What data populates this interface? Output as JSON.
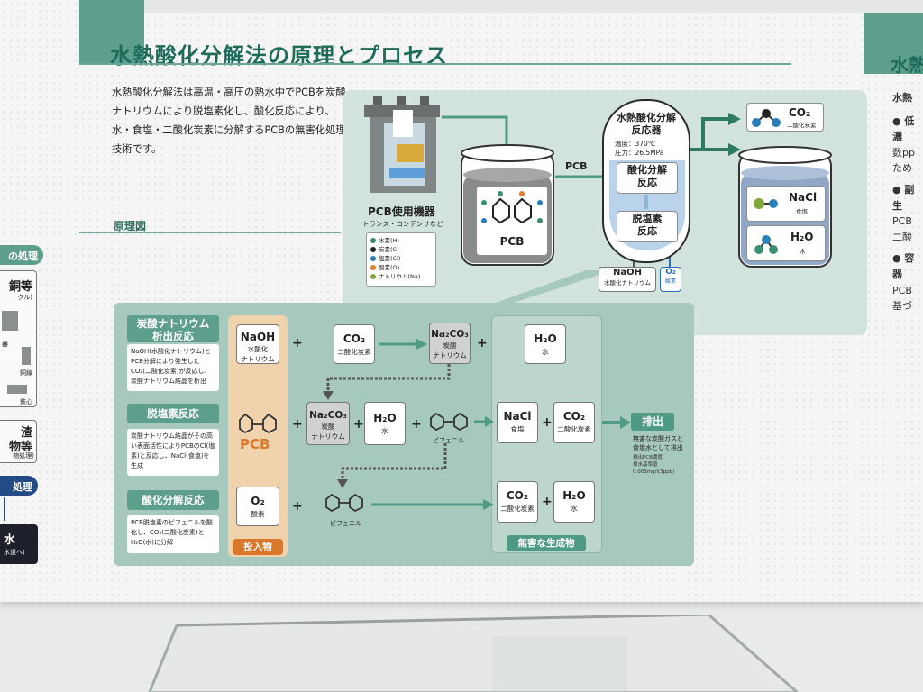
{
  "title": "水熱酸化分解法の原理とプロセス",
  "right_title": "水熱",
  "right_col": [
    "水熱",
    "● 低濃",
    "数pp",
    "ため",
    "● 副生",
    "PCB",
    "二酸",
    "● 容器",
    "PCB",
    "基づ"
  ],
  "intro": "水熱酸化分解法は高温・高圧の熱水中でPCBを炭酸ナトリウムにより脱塩素化し、酸化反応により、水・食塩・二酸化炭素に分解するPCBの無害化処理技術です。",
  "genri_label": "原理図",
  "left_edge": {
    "tab1": "の処理",
    "box1": "銅等",
    "box1_sub": "クル)",
    "box1_a": "器",
    "box1_b": "銅線",
    "box1_c": "鉄心",
    "box2": "渣",
    "box2_b": "物等",
    "box2_sub": "物処理)",
    "tab2": "処理",
    "box3": "水",
    "box3_sub": "水道へ)"
  },
  "process": {
    "equipment_label": "PCB使用機器",
    "equipment_sub": "トランス・コンデンサなど",
    "tank_label": "PCB",
    "flow_label": "PCB",
    "reactor_title1": "水熱酸化分解",
    "reactor_title2": "反応器",
    "temp": "温度：370℃",
    "pressure": "圧力：26.5MPa",
    "reaction_oxid1": "酸化分解",
    "reaction_oxid2": "反応",
    "reaction_dechlor1": "脱塩素",
    "reaction_dechlor2": "反応",
    "naoh": "NaOH",
    "naoh_sub": "水酸化ナトリウム",
    "o2": "O₂",
    "o2_sub": "酸素",
    "co2": "CO₂",
    "co2_sub": "二酸化炭素",
    "nacl": "NaCl",
    "nacl_sub": "食塩",
    "h2o": "H₂O",
    "h2o_sub": "水"
  },
  "legend": [
    {
      "label": "水素(H)",
      "color": "#3a8f6f"
    },
    {
      "label": "炭素(C)",
      "color": "#222222"
    },
    {
      "label": "塩素(Cl)",
      "color": "#2a7fb8"
    },
    {
      "label": "酸素(O)",
      "color": "#e07f2a"
    },
    {
      "label": "ナトリウム(Na)",
      "color": "#7fa83a"
    }
  ],
  "principle": {
    "rx1_title1": "炭酸ナトリウム",
    "rx1_title2": "析出反応",
    "rx1_desc": "NaOH(水酸化ナトリウム)とPCB分解により発生したCO₂(二酸化炭素)が反応し、炭酸ナトリウム結晶を析出",
    "rx2_title": "脱塩素反応",
    "rx2_desc": "炭酸ナトリウム結晶がその高い表面活性によりPCBのCl(塩素)と反応し、NaCl(食塩)を生成",
    "rx3_title": "酸化分解反応",
    "rx3_desc": "PCB脱塩素のビフェニルを酸化し、CO₂(二酸化炭素)とH₂O(水)に分解",
    "naoh": "NaOH",
    "naoh_sub1": "水酸化",
    "naoh_sub2": "ナトリウム",
    "pcb": "PCB",
    "o2": "O₂",
    "o2_sub": "酸素",
    "co2": "CO₂",
    "co2_sub": "二酸化炭素",
    "na2co3": "Na₂CO₃",
    "na2co3_sub1": "炭酸",
    "na2co3_sub2": "ナトリウム",
    "h2o": "H₂O",
    "h2o_sub": "水",
    "biphenyl": "ビフェニル",
    "nacl": "NaCl",
    "nacl_sub": "食塩",
    "inputs_label": "投入物",
    "products_label": "無害な生成物",
    "plus": "+",
    "discharge": "排出",
    "discharge_desc1": "無害な炭酸ガスと",
    "discharge_desc2": "食塩水として排出",
    "discharge_note1": "排出PCB濃度",
    "discharge_note2": "排水基準値",
    "discharge_note3": "0.003mg/l(3ppb)"
  },
  "colors": {
    "accent": "#5e9e8c",
    "title": "#1e6b5a",
    "inputs": "#f0d2ad",
    "pcb_text": "#d9782b",
    "navy": "#234c86"
  }
}
